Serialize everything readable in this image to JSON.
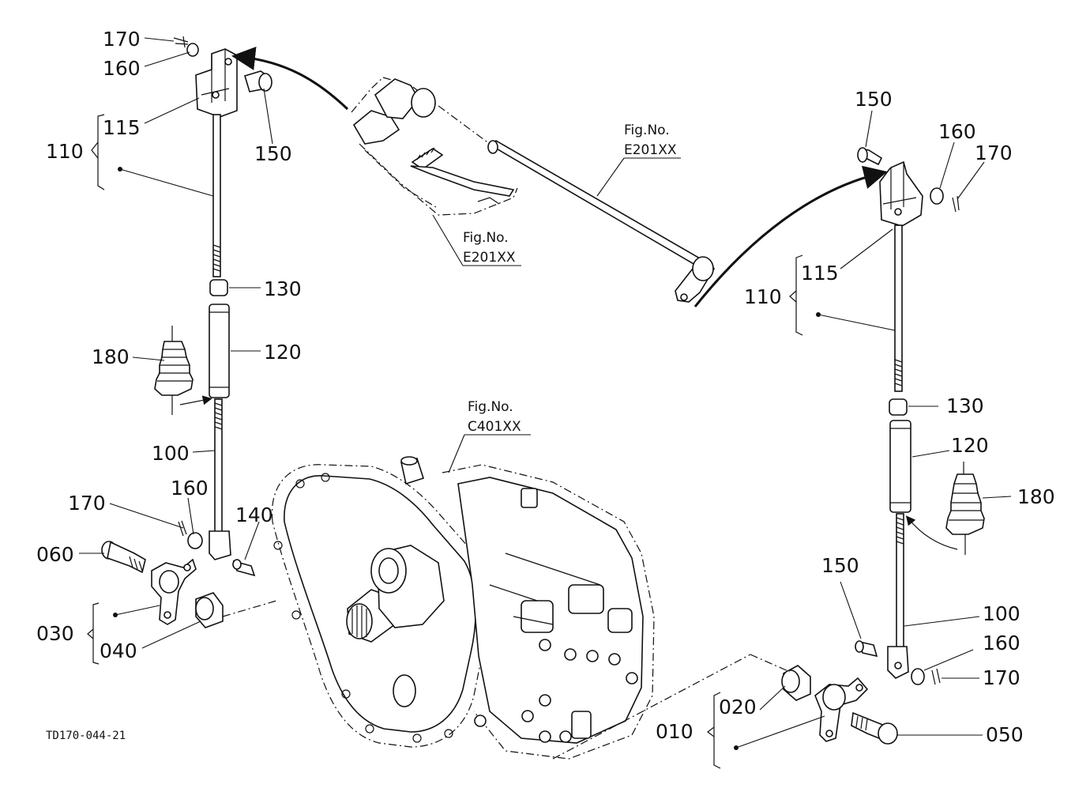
{
  "drawing_code": "TD170-044-21",
  "references": [
    {
      "line1": "Fig.No.",
      "line2": "E201XX"
    },
    {
      "line1": "Fig.No.",
      "line2": "E201XX"
    },
    {
      "line1": "Fig.No.",
      "line2": "C401XX"
    }
  ],
  "left_labels": {
    "p170a": "170",
    "p160a": "160",
    "p115": "115",
    "p110": "110",
    "p150": "150",
    "p130": "130",
    "p120": "120",
    "p180": "180",
    "p100": "100",
    "p170b": "170",
    "p160b": "160",
    "p140": "140",
    "p060": "060",
    "p030": "030",
    "p040": "040"
  },
  "right_labels": {
    "p150a": "150",
    "p160a": "160",
    "p170a": "170",
    "p115": "115",
    "p110": "110",
    "p130": "130",
    "p120": "120",
    "p180": "180",
    "p150b": "150",
    "p100": "100",
    "p160b": "160",
    "p170b": "170",
    "p020": "020",
    "p010": "010",
    "p050": "050"
  }
}
